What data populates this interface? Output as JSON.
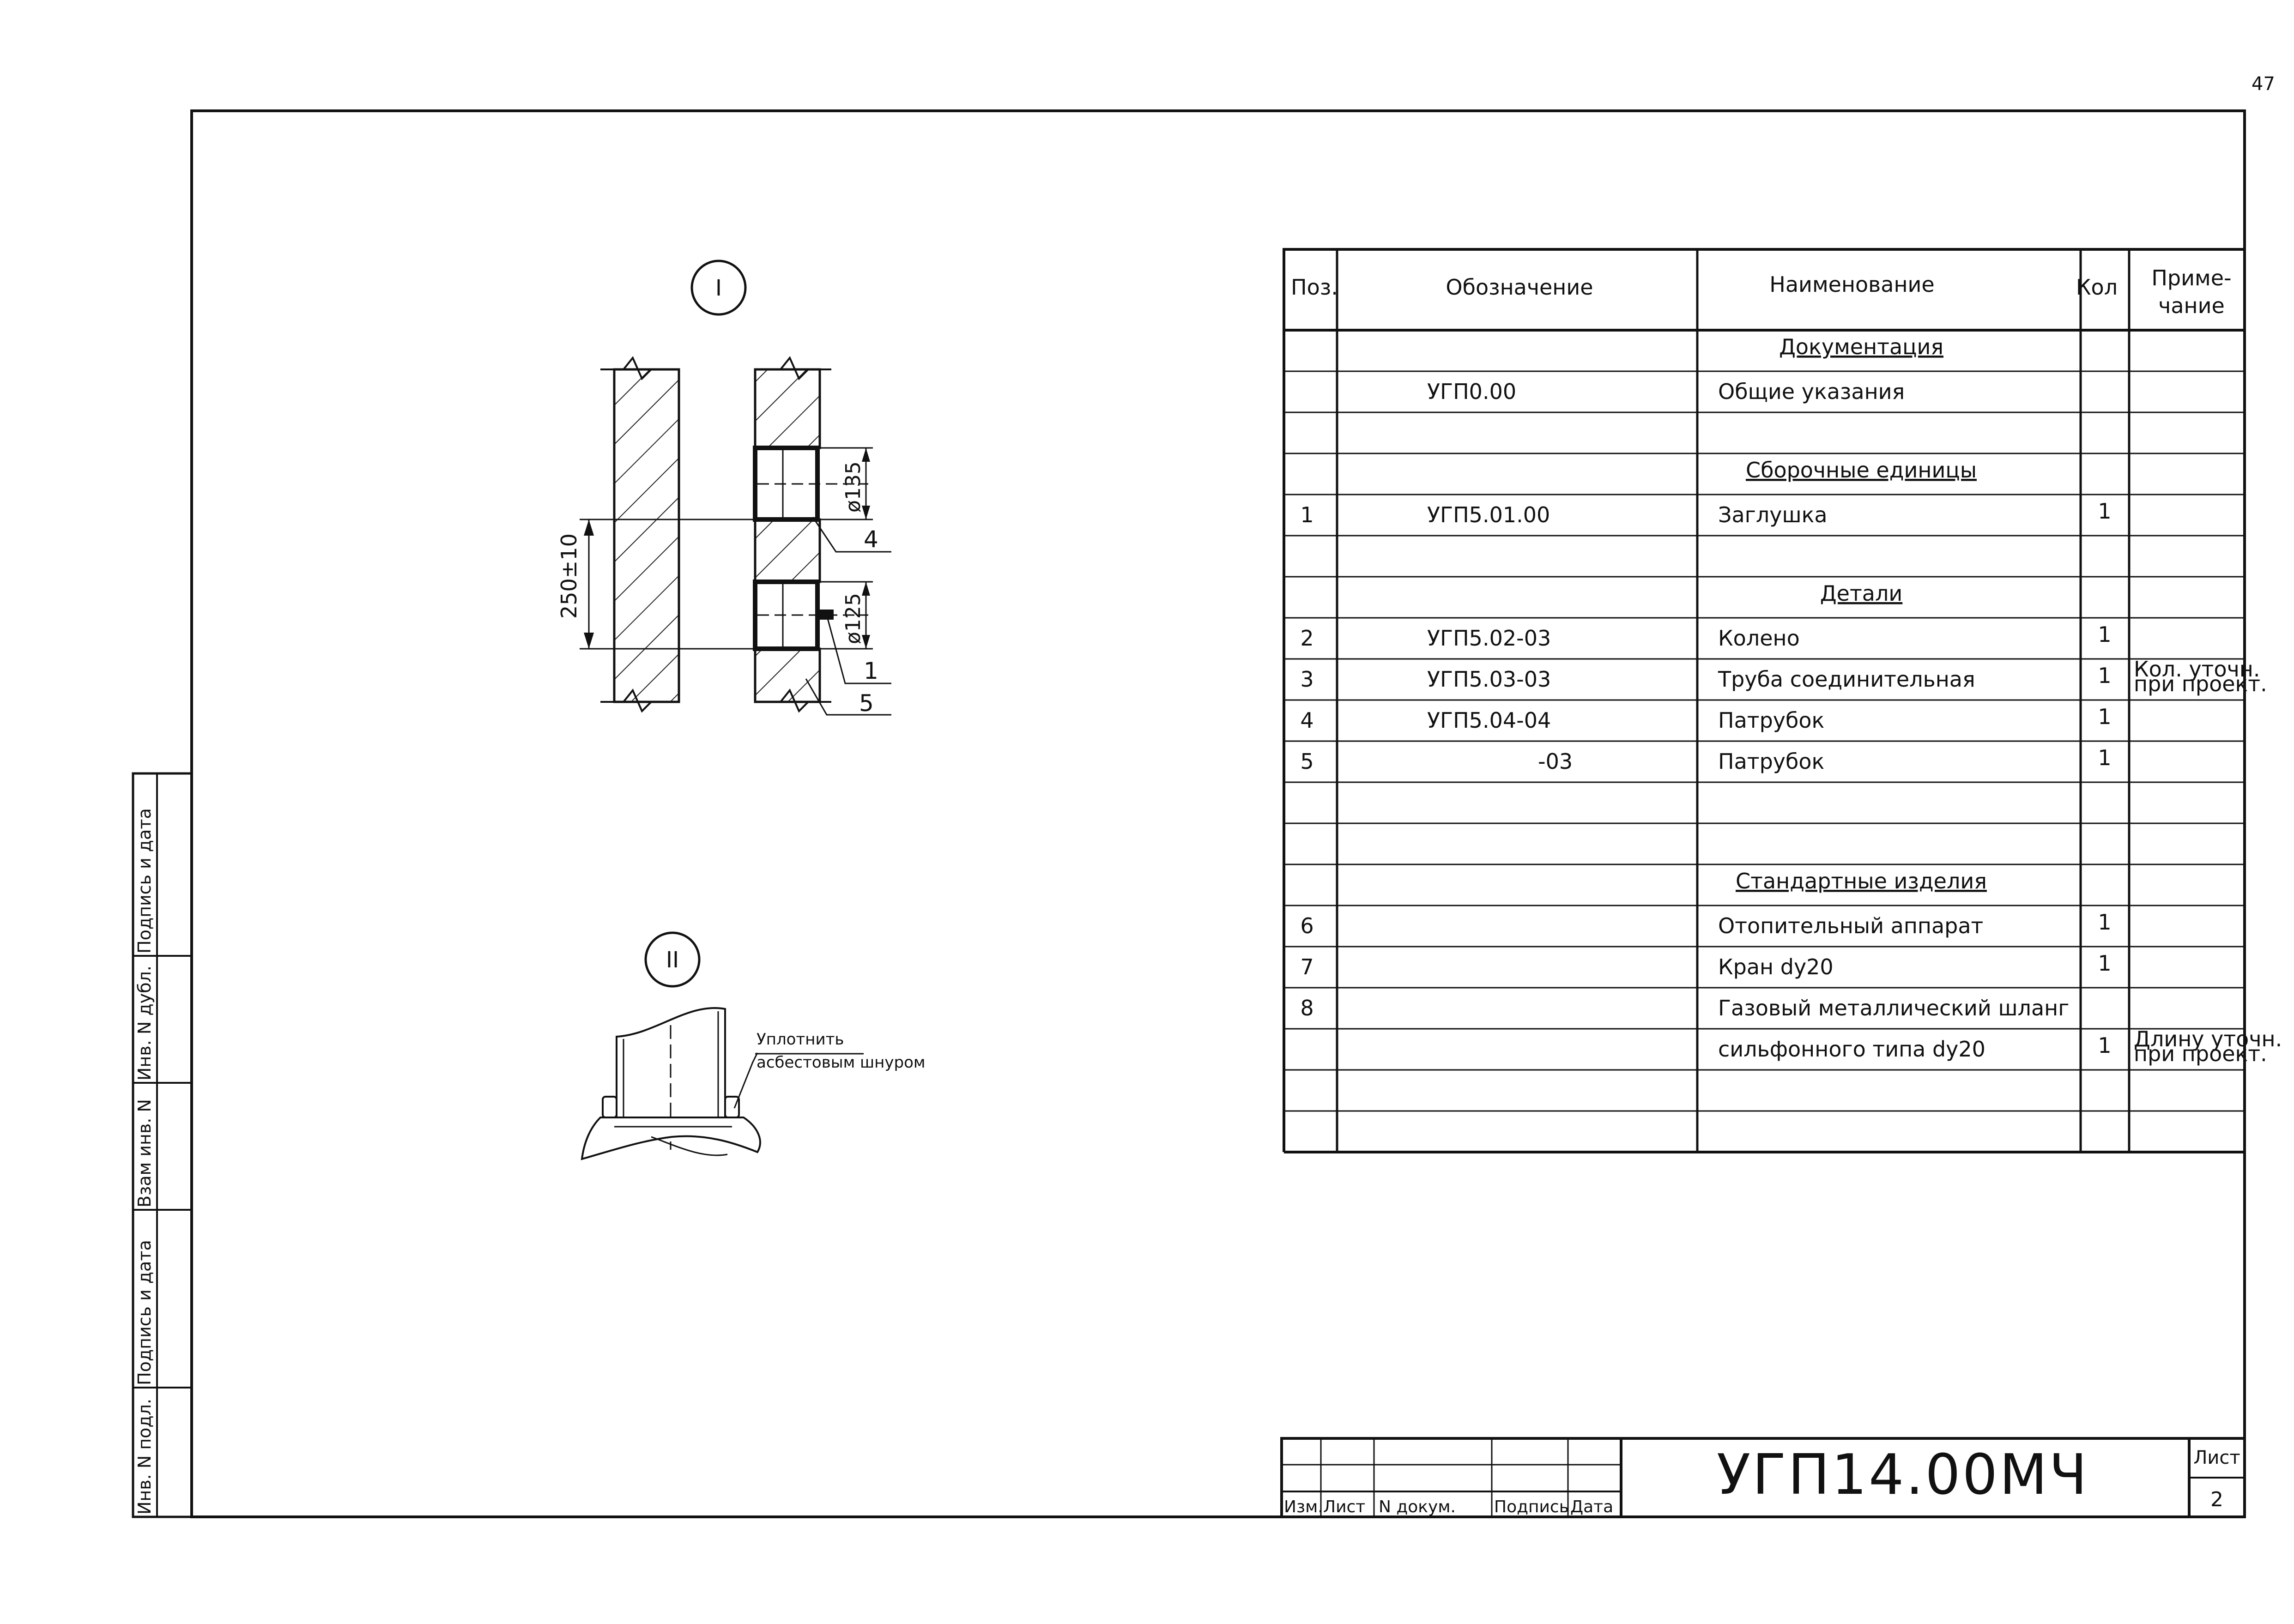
{
  "page_number": "47",
  "spec_table": {
    "headers": {
      "pos": "Поз.",
      "designation": "Обозначение",
      "name": "Наименование",
      "qty": "Кол",
      "note_line1": "Приме-",
      "note_line2": "чание"
    },
    "rows": [
      {
        "pos": "",
        "designation": "",
        "name": "Документация",
        "qty": "",
        "note1": "",
        "note2": "",
        "section": true
      },
      {
        "pos": "",
        "designation": "УГП0.00",
        "name": "Общие указания",
        "qty": "",
        "note1": "",
        "note2": ""
      },
      {
        "pos": "",
        "designation": "",
        "name": "",
        "qty": "",
        "note1": "",
        "note2": ""
      },
      {
        "pos": "",
        "designation": "",
        "name": "Сборочные единицы",
        "qty": "",
        "note1": "",
        "note2": "",
        "section": true
      },
      {
        "pos": "1",
        "designation": "УГП5.01.00",
        "name": "Заглушка",
        "qty": "1",
        "note1": "",
        "note2": ""
      },
      {
        "pos": "",
        "designation": "",
        "name": "",
        "qty": "",
        "note1": "",
        "note2": ""
      },
      {
        "pos": "",
        "designation": "",
        "name": "Детали",
        "qty": "",
        "note1": "",
        "note2": "",
        "section": true
      },
      {
        "pos": "2",
        "designation": "УГП5.02-03",
        "name": "Колено",
        "qty": "1",
        "note1": "",
        "note2": ""
      },
      {
        "pos": "3",
        "designation": "УГП5.03-03",
        "name": "Труба соединительная",
        "qty": "1",
        "note1": "Кол. уточн.",
        "note2": "при проект."
      },
      {
        "pos": "4",
        "designation": "УГП5.04-04",
        "name": "Патрубок",
        "qty": "1",
        "note1": "",
        "note2": ""
      },
      {
        "pos": "5",
        "designation": "-03",
        "name": "Патрубок",
        "qty": "1",
        "note1": "",
        "note2": ""
      },
      {
        "pos": "",
        "designation": "",
        "name": "",
        "qty": "",
        "note1": "",
        "note2": ""
      },
      {
        "pos": "",
        "designation": "",
        "name": "",
        "qty": "",
        "note1": "",
        "note2": ""
      },
      {
        "pos": "",
        "designation": "",
        "name": "Стандартные изделия",
        "qty": "",
        "note1": "",
        "note2": "",
        "section": true
      },
      {
        "pos": "6",
        "designation": "",
        "name": "Отопительный аппарат",
        "qty": "1",
        "note1": "",
        "note2": ""
      },
      {
        "pos": "7",
        "designation": "",
        "name": "Кран dy20",
        "qty": "1",
        "note1": "",
        "note2": ""
      },
      {
        "pos": "8",
        "designation": "",
        "name": "Газовый металлический шланг",
        "qty": "",
        "note1": "",
        "note2": ""
      },
      {
        "pos": "",
        "designation": "",
        "name": "сильфонного типа dy20",
        "qty": "1",
        "note1": "Длину уточн.",
        "note2": "при проект."
      },
      {
        "pos": "",
        "designation": "",
        "name": "",
        "qty": "",
        "note1": "",
        "note2": ""
      },
      {
        "pos": "",
        "designation": "",
        "name": "",
        "qty": "",
        "note1": "",
        "note2": ""
      }
    ]
  },
  "detail_1": {
    "label": "I",
    "dim_pitch": "250±10",
    "dim_upper": "ø135",
    "dim_lower": "ø125",
    "callout_4": "4",
    "callout_1": "1",
    "callout_5": "5"
  },
  "detail_2": {
    "label": "II",
    "note_line1": "Уплотнить",
    "note_line2": "асбестовым шнуром"
  },
  "side_stamp": {
    "cell1": "Инв. N подл.",
    "cell2": "Подпись и дата",
    "cell3": "Взам инв. N",
    "cell4": "Инв. N дубл.",
    "cell5": "Подпись и дата"
  },
  "title_block": {
    "col_izm": "Изм.",
    "col_list": "Лист",
    "col_doc": "N докум.",
    "col_sign": "Подпись",
    "col_date": "Дата",
    "designation": "УГП14.00МЧ",
    "sheet_label": "Лист",
    "sheet_number": "2"
  }
}
